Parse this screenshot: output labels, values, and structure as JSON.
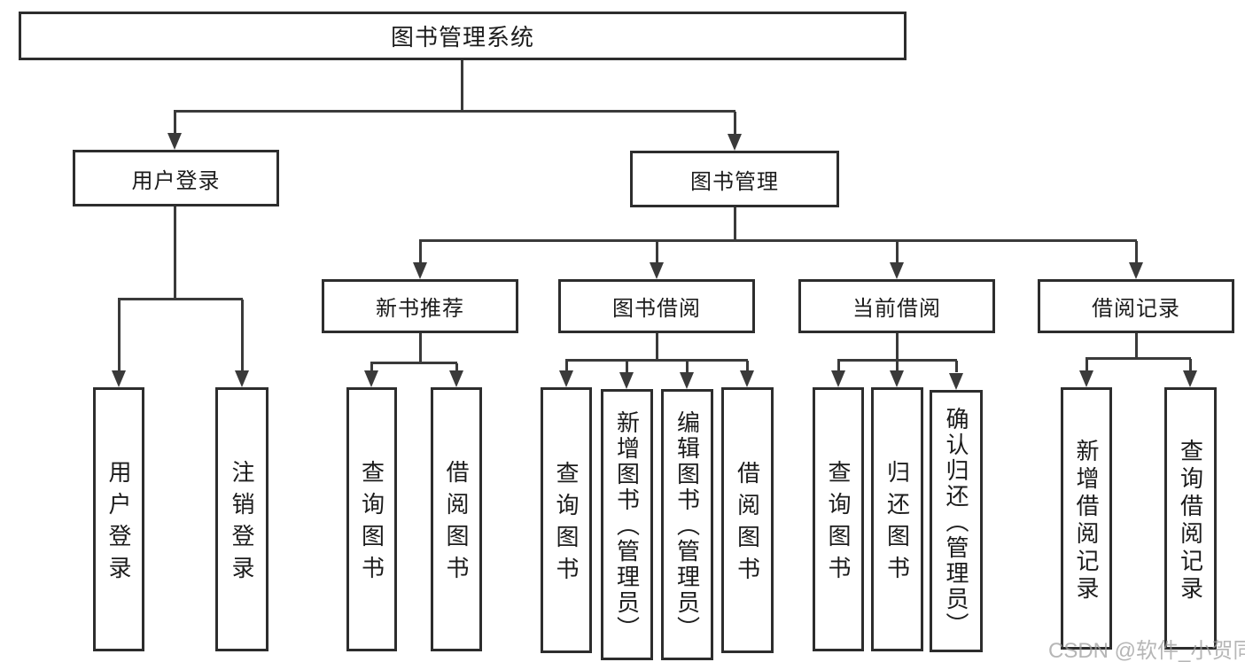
{
  "diagram_title": "图书管理系统",
  "nodes": {
    "root": {
      "label": "图书管理系统"
    },
    "user_login": {
      "label": "用户登录"
    },
    "book_mgmt": {
      "label": "图书管理"
    },
    "new_book_rec": {
      "label": "新书推荐"
    },
    "book_borrow": {
      "label": "图书借阅"
    },
    "current_borrow": {
      "label": "当前借阅"
    },
    "borrow_records": {
      "label": "借阅记录"
    },
    "ul_user_login": {
      "label": "用户登录"
    },
    "ul_logout": {
      "label": "注销登录"
    },
    "nbr_query_book": {
      "label": "查询图书"
    },
    "nbr_borrow_book": {
      "label": "借阅图书"
    },
    "bb_query_book": {
      "label": "查询图书"
    },
    "bb_add_book": {
      "label": "新增图书（管理员）"
    },
    "bb_edit_book": {
      "label": "编辑图书（管理员）"
    },
    "bb_borrow_book": {
      "label": "借阅图书"
    },
    "cb_query_book": {
      "label": "查询图书"
    },
    "cb_return_book": {
      "label": "归还图书"
    },
    "cb_confirm_return": {
      "label": "确认归还（管理员）"
    },
    "br_add_record": {
      "label": "新增借阅记录"
    },
    "br_query_record": {
      "label": "查询借阅记录"
    }
  },
  "watermark": "CSDN @软件_小贺同学",
  "colors": {
    "line": "#3a3a3a",
    "box_border": "#2d2d2d",
    "text": "#1c1c1c",
    "watermark": "#9e9e9e",
    "background": "#ffffff"
  }
}
